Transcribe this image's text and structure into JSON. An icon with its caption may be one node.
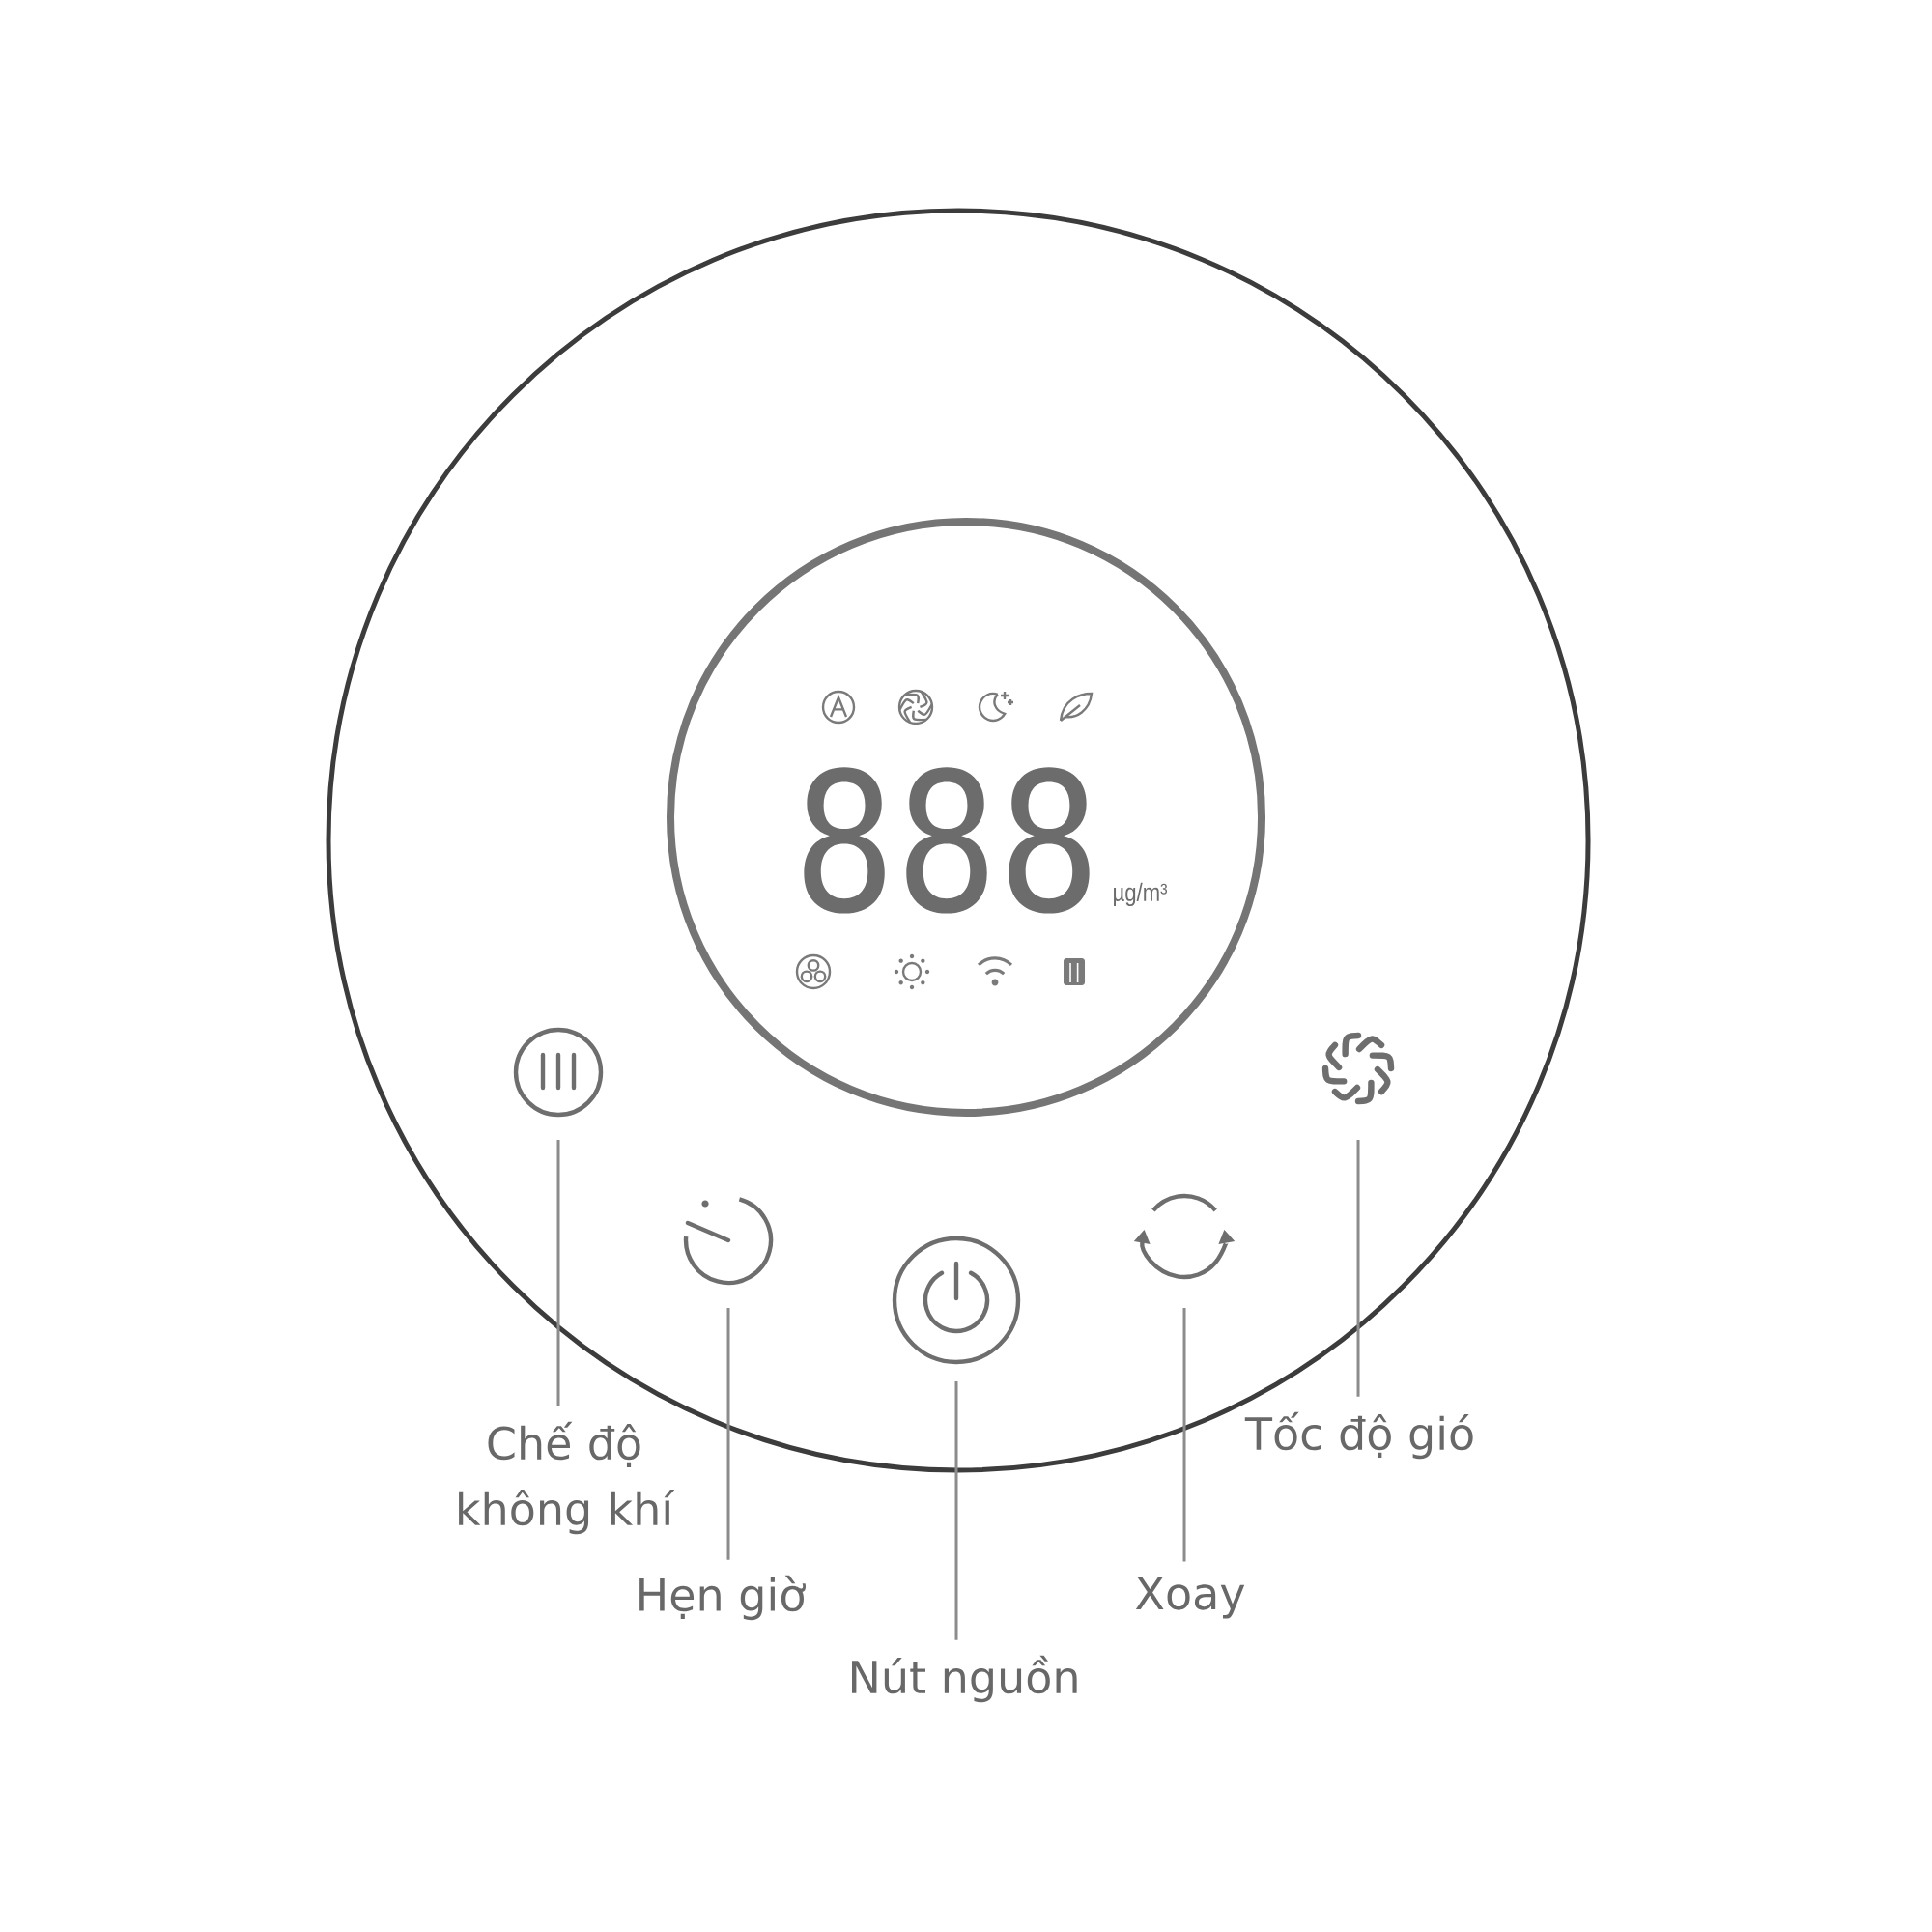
{
  "diagram": {
    "nodes": [
      {
        "text": [],
        "shape": "circle"
      },
      {
        "text": [
          "888",
          "µg/m³"
        ],
        "in": 0
      },
      {
        "text": [],
        "shape": "circle",
        "in": 0
      },
      {
        "text": [],
        "shape": "picture",
        "in": 0
      },
      {
        "text": [],
        "shape": "circle",
        "in": 0
      },
      {
        "text": [],
        "shape": "picture",
        "in": 0
      },
      {
        "text": [],
        "shape": "picture",
        "in": 0
      },
      {
        "text": [
          "Chế độ không khí"
        ]
      },
      {
        "text": [
          "Hẹn giờ"
        ]
      },
      {
        "text": [
          "Nút nguồn"
        ]
      },
      {
        "text": [
          "Xoay"
        ]
      },
      {
        "text": [
          "Tốc độ gió"
        ]
      }
    ],
    "edges": [
      {
        "from": 7,
        "to": 2,
        "arrow": "none"
      },
      {
        "from": 8,
        "to": 3,
        "arrow": "none"
      },
      {
        "from": 9,
        "to": 4,
        "arrow": "none"
      },
      {
        "from": 10,
        "to": 5,
        "arrow": "none"
      },
      {
        "from": 11,
        "to": 6,
        "arrow": "none"
      }
    ]
  }
}
